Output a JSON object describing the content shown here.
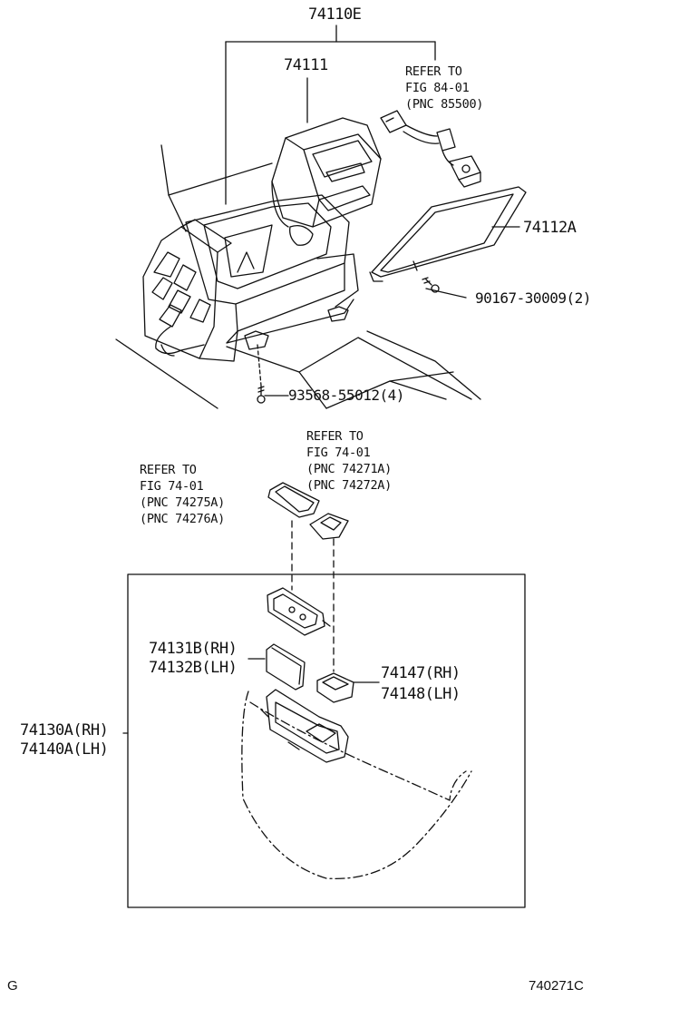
{
  "labels": {
    "assembly": "74110E",
    "box_inner": "74111",
    "lid": "74112A",
    "screw_lid": "90167-30009(2)",
    "screw_bottom": "93568-55012(4)",
    "panel_rh": "74130A(RH)",
    "panel_lh": "74140A(LH)",
    "cover_rh": "74131B(RH)",
    "cover_lh": "74132B(LH)",
    "knob_rh": "74147(RH)",
    "knob_lh": "74148(LH)"
  },
  "refs": {
    "top_right": [
      "REFER TO",
      "FIG 84-01",
      "(PNC 85500)"
    ],
    "middle": [
      "REFER TO",
      "FIG 74-01",
      "(PNC 74271A)",
      "(PNC 74272A)"
    ],
    "left": [
      "REFER TO",
      "FIG 74-01",
      "(PNC 74275A)",
      "(PNC 74276A)"
    ]
  },
  "footer": {
    "left": "G",
    "right": "740271C"
  },
  "colors": {
    "line": "#111111",
    "background": "#ffffff"
  }
}
